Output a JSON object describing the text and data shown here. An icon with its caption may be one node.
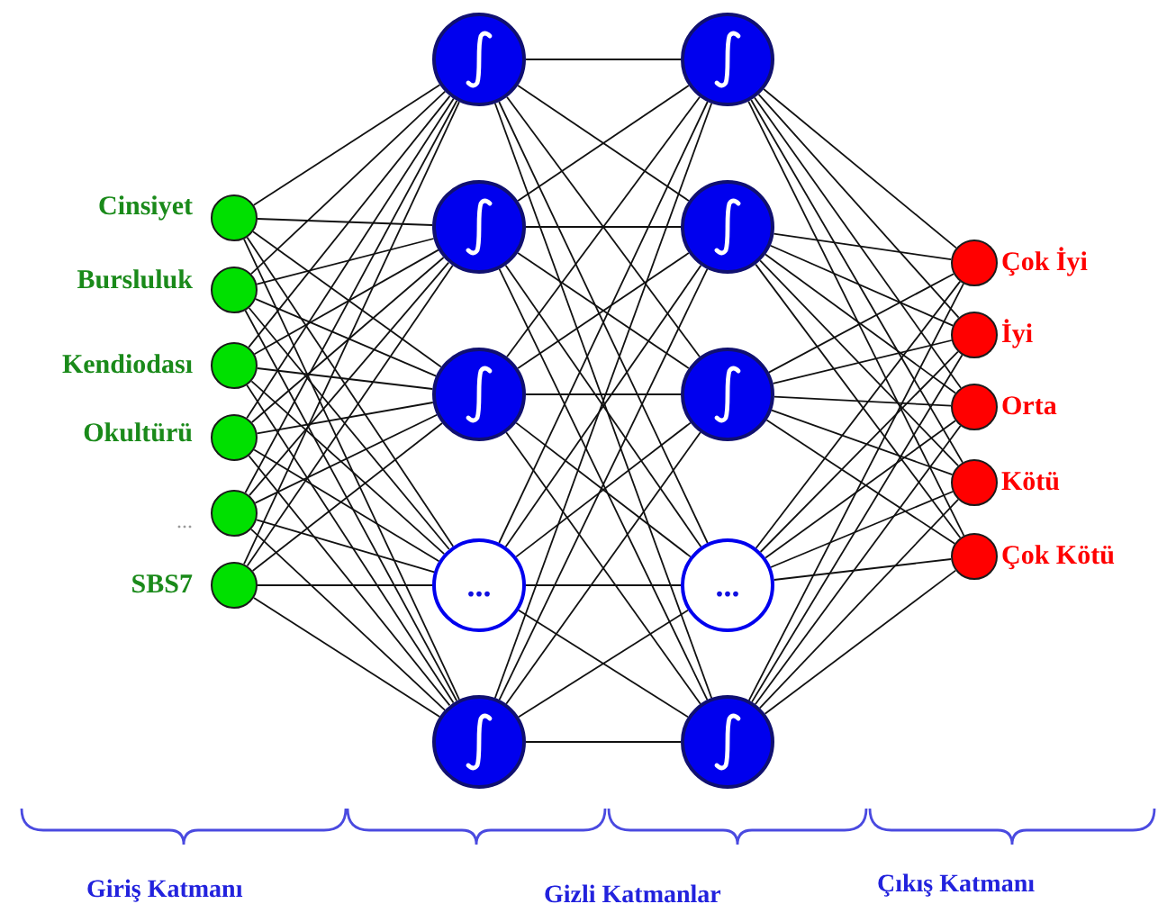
{
  "diagram": {
    "nodes": [
      {
        "text": [],
        "shape": "circle",
        "beside": [
          "Cinsiyet"
        ]
      },
      {
        "text": [],
        "shape": "circle",
        "beside": [
          "Bursluluk"
        ]
      },
      {
        "text": [],
        "shape": "circle",
        "beside": [
          "Kendiodası"
        ]
      },
      {
        "text": [],
        "shape": "circle",
        "beside": [
          "Okultürü"
        ]
      },
      {
        "text": [],
        "shape": "circle",
        "beside": [
          "..."
        ]
      },
      {
        "text": [],
        "shape": "circle",
        "beside": [
          "SBS7"
        ]
      },
      {
        "text": [],
        "shape": "circle"
      },
      {
        "text": [],
        "shape": "circle"
      },
      {
        "text": [],
        "shape": "circle"
      },
      {
        "text": [
          "..."
        ]
      },
      {
        "text": [],
        "shape": "circle"
      },
      {
        "text": [],
        "shape": "circle"
      },
      {
        "text": [],
        "shape": "circle"
      },
      {
        "text": [],
        "shape": "circle"
      },
      {
        "text": [
          "..."
        ]
      },
      {
        "text": [],
        "shape": "circle"
      },
      {
        "text": [],
        "shape": "circle",
        "beside": [
          "Çok İyi"
        ]
      },
      {
        "text": [],
        "shape": "circle",
        "beside": [
          "İyi"
        ]
      },
      {
        "text": [],
        "shape": "circle",
        "beside": [
          "Orta"
        ]
      },
      {
        "text": [],
        "shape": "circle",
        "beside": [
          "Kötü"
        ]
      },
      {
        "text": [],
        "shape": "circle",
        "beside": [
          "Çok Kötü"
        ]
      }
    ],
    "edges": [
      {
        "from": 0,
        "to": 6,
        "arrow": "none"
      },
      {
        "from": 0,
        "to": 7,
        "arrow": "none"
      },
      {
        "from": 0,
        "to": 8,
        "arrow": "none"
      },
      {
        "from": 0,
        "to": 9,
        "arrow": "none"
      },
      {
        "from": 0,
        "to": 10,
        "arrow": "none"
      },
      {
        "from": 1,
        "to": 6,
        "arrow": "none"
      },
      {
        "from": 1,
        "to": 7,
        "arrow": "none"
      },
      {
        "from": 1,
        "to": 8,
        "arrow": "none"
      },
      {
        "from": 1,
        "to": 9,
        "arrow": "none"
      },
      {
        "from": 1,
        "to": 10,
        "arrow": "none"
      },
      {
        "from": 2,
        "to": 6,
        "arrow": "none"
      },
      {
        "from": 2,
        "to": 7,
        "arrow": "none"
      },
      {
        "from": 2,
        "to": 8,
        "arrow": "none"
      },
      {
        "from": 2,
        "to": 9,
        "arrow": "none"
      },
      {
        "from": 2,
        "to": 10,
        "arrow": "none"
      },
      {
        "from": 3,
        "to": 6,
        "arrow": "none"
      },
      {
        "from": 3,
        "to": 7,
        "arrow": "none"
      },
      {
        "from": 3,
        "to": 8,
        "arrow": "none"
      },
      {
        "from": 3,
        "to": 9,
        "arrow": "none"
      },
      {
        "from": 3,
        "to": 10,
        "arrow": "none"
      },
      {
        "from": 4,
        "to": 6,
        "arrow": "none"
      },
      {
        "from": 4,
        "to": 7,
        "arrow": "none"
      },
      {
        "from": 4,
        "to": 8,
        "arrow": "none"
      },
      {
        "from": 4,
        "to": 9,
        "arrow": "none"
      },
      {
        "from": 4,
        "to": 10,
        "arrow": "none"
      },
      {
        "from": 5,
        "to": 6,
        "arrow": "none"
      },
      {
        "from": 5,
        "to": 7,
        "arrow": "none"
      },
      {
        "from": 5,
        "to": 8,
        "arrow": "none"
      },
      {
        "from": 5,
        "to": 9,
        "arrow": "none"
      },
      {
        "from": 5,
        "to": 10,
        "arrow": "none"
      },
      {
        "from": 6,
        "to": 11,
        "arrow": "none"
      },
      {
        "from": 6,
        "to": 12,
        "arrow": "none"
      },
      {
        "from": 6,
        "to": 13,
        "arrow": "none"
      },
      {
        "from": 6,
        "to": 14,
        "arrow": "none"
      },
      {
        "from": 6,
        "to": 15,
        "arrow": "none"
      },
      {
        "from": 7,
        "to": 11,
        "arrow": "none"
      },
      {
        "from": 7,
        "to": 12,
        "arrow": "none"
      },
      {
        "from": 7,
        "to": 13,
        "arrow": "none"
      },
      {
        "from": 7,
        "to": 14,
        "arrow": "none"
      },
      {
        "from": 7,
        "to": 15,
        "arrow": "none"
      },
      {
        "from": 8,
        "to": 11,
        "arrow": "none"
      },
      {
        "from": 8,
        "to": 12,
        "arrow": "none"
      },
      {
        "from": 8,
        "to": 13,
        "arrow": "none"
      },
      {
        "from": 8,
        "to": 14,
        "arrow": "none"
      },
      {
        "from": 8,
        "to": 15,
        "arrow": "none"
      },
      {
        "from": 9,
        "to": 11,
        "arrow": "none"
      },
      {
        "from": 9,
        "to": 12,
        "arrow": "none"
      },
      {
        "from": 9,
        "to": 13,
        "arrow": "none"
      },
      {
        "from": 9,
        "to": 14,
        "arrow": "none"
      },
      {
        "from": 9,
        "to": 15,
        "arrow": "none"
      },
      {
        "from": 10,
        "to": 11,
        "arrow": "none"
      },
      {
        "from": 10,
        "to": 12,
        "arrow": "none"
      },
      {
        "from": 10,
        "to": 13,
        "arrow": "none"
      },
      {
        "from": 10,
        "to": 14,
        "arrow": "none"
      },
      {
        "from": 10,
        "to": 15,
        "arrow": "none"
      },
      {
        "from": 11,
        "to": 16,
        "arrow": "none"
      },
      {
        "from": 11,
        "to": 17,
        "arrow": "none"
      },
      {
        "from": 11,
        "to": 18,
        "arrow": "none"
      },
      {
        "from": 11,
        "to": 19,
        "arrow": "none"
      },
      {
        "from": 11,
        "to": 20,
        "arrow": "none"
      },
      {
        "from": 12,
        "to": 16,
        "arrow": "none"
      },
      {
        "from": 12,
        "to": 17,
        "arrow": "none"
      },
      {
        "from": 12,
        "to": 18,
        "arrow": "none"
      },
      {
        "from": 12,
        "to": 19,
        "arrow": "none"
      },
      {
        "from": 12,
        "to": 20,
        "arrow": "none"
      },
      {
        "from": 13,
        "to": 16,
        "arrow": "none"
      },
      {
        "from": 13,
        "to": 17,
        "arrow": "none"
      },
      {
        "from": 13,
        "to": 18,
        "arrow": "none"
      },
      {
        "from": 13,
        "to": 19,
        "arrow": "none"
      },
      {
        "from": 13,
        "to": 20,
        "arrow": "none"
      },
      {
        "from": 14,
        "to": 16,
        "arrow": "none"
      },
      {
        "from": 14,
        "to": 17,
        "arrow": "none"
      },
      {
        "from": 14,
        "to": 18,
        "arrow": "none"
      },
      {
        "from": 14,
        "to": 19,
        "arrow": "none"
      },
      {
        "from": 14,
        "to": 20,
        "arrow": "none"
      },
      {
        "from": 15,
        "to": 16,
        "arrow": "none"
      },
      {
        "from": 15,
        "to": 17,
        "arrow": "none"
      },
      {
        "from": 15,
        "to": 18,
        "arrow": "none"
      },
      {
        "from": 15,
        "to": 19,
        "arrow": "none"
      },
      {
        "from": 15,
        "to": 20,
        "arrow": "none"
      }
    ],
    "labels": [
      "Giriş Katmanı",
      "Gizli Katmanlar",
      "Çıkış Katmanı"
    ]
  }
}
